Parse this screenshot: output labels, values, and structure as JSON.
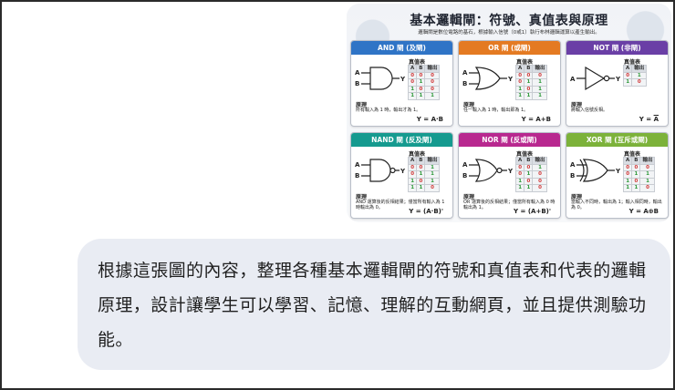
{
  "attached_image": {
    "title": "基本邏輯閘：符號、真值表與原理",
    "subtitle": "邏輯閘是數位電路的基石，根據輸入信號（0或1）執行布林邏輯運算以產生輸出。",
    "truth_table_label": "真值表",
    "principle_label": "原理",
    "gates": [
      {
        "name": "AND",
        "header": "AND 閘 (及閘)",
        "color": "#2f74c6",
        "columns": [
          "A",
          "B",
          "輸出"
        ],
        "rows": [
          [
            "0",
            "0",
            "0"
          ],
          [
            "0",
            "1",
            "0"
          ],
          [
            "1",
            "0",
            "0"
          ],
          [
            "1",
            "1",
            "1"
          ]
        ],
        "principle": "所有輸入為 1 時，輸出才為 1。",
        "formula": "Y = A·B"
      },
      {
        "name": "OR",
        "header": "OR 閘 (或閘)",
        "color": "#e47a22",
        "columns": [
          "A",
          "B",
          "輸出"
        ],
        "rows": [
          [
            "0",
            "0",
            "0"
          ],
          [
            "0",
            "1",
            "1"
          ],
          [
            "1",
            "0",
            "1"
          ],
          [
            "1",
            "1",
            "1"
          ]
        ],
        "principle": "任一輸入為 1 時，輸出即為 1。",
        "formula": "Y = A+B"
      },
      {
        "name": "NOT",
        "header": "NOT 閘 (非閘)",
        "color": "#6a3fa6",
        "columns": [
          "A",
          "輸出"
        ],
        "rows": [
          [
            "0",
            "1"
          ],
          [
            "1",
            "0"
          ]
        ],
        "principle": "將輸入信號反相。",
        "formula_prefix": "Y = ",
        "formula_overline": "A"
      },
      {
        "name": "NAND",
        "header": "NAND 閘 (反及閘)",
        "color": "#159a8f",
        "columns": [
          "A",
          "B",
          "輸出"
        ],
        "rows": [
          [
            "0",
            "0",
            "1"
          ],
          [
            "0",
            "1",
            "1"
          ],
          [
            "1",
            "0",
            "1"
          ],
          [
            "1",
            "1",
            "0"
          ]
        ],
        "principle": "AND 運算後的反相結果；僅當所有輸入為 1 時輸出為 0。",
        "formula": "Y = (A·B)'"
      },
      {
        "name": "NOR",
        "header": "NOR 閘 (反或閘)",
        "color": "#b8288f",
        "columns": [
          "A",
          "B",
          "輸出"
        ],
        "rows": [
          [
            "0",
            "0",
            "1"
          ],
          [
            "0",
            "1",
            "0"
          ],
          [
            "1",
            "0",
            "0"
          ],
          [
            "1",
            "1",
            "0"
          ]
        ],
        "principle": "OR 運算後的反相結果；僅當所有輸入為 0 時輸出為 1。",
        "formula": "Y = (A+B)'"
      },
      {
        "name": "XOR",
        "header": "XOR 閘 (互斥或閘)",
        "color": "#7cb23a",
        "columns": [
          "A",
          "B",
          "輸出"
        ],
        "rows": [
          [
            "0",
            "0",
            "0"
          ],
          [
            "0",
            "1",
            "1"
          ],
          [
            "1",
            "0",
            "1"
          ],
          [
            "1",
            "1",
            "0"
          ]
        ],
        "principle": "當輸入不同時，輸出為 1；輸入相同時，輸出為 0。",
        "formula": "Y = A⊕B"
      }
    ]
  },
  "chat": {
    "user_message": "根據這張圖的內容，整理各種基本邏輯閘的符號和真值表和代表的邏輯原理，設計讓學生可以學習、記憶、理解的互動網頁，並且提供測驗功能。"
  }
}
